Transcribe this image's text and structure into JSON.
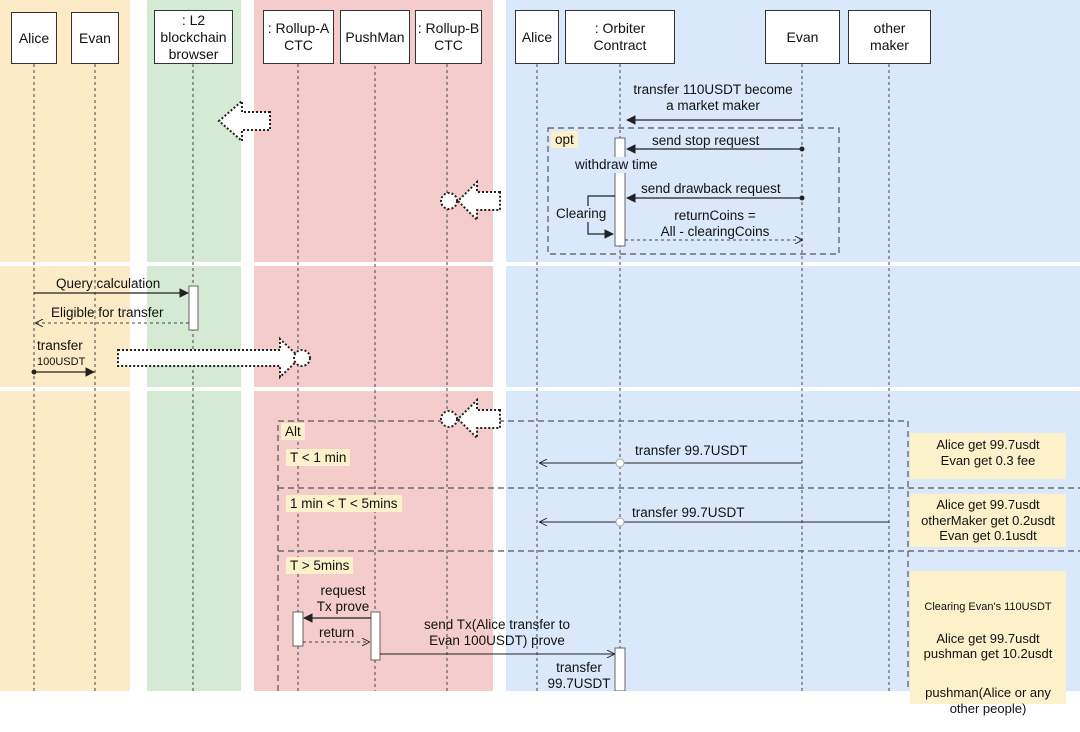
{
  "colors": {
    "user_band": "#fcebc6",
    "browser_band": "#d5ead3",
    "rollup_band": "#f4cccb",
    "contract_band": "#dae8fc",
    "note_fill": "#fdf1cc",
    "line": "#333333"
  },
  "participants": {
    "alice_left": "Alice",
    "evan_left": "Evan",
    "l2_browser": ": L2\nblockchain\nbrowser",
    "rollup_a": ": Rollup-A\nCTC",
    "pushman": "PushMan",
    "rollup_b": ": Rollup-B\nCTC",
    "alice_right": "Alice",
    "orbiter": ": Orbiter\nContract",
    "evan_right": "Evan",
    "other_maker": "other\nmaker"
  },
  "section1": {
    "msg_market_maker": "transfer 110USDT become\na market maker",
    "opt_tag": "opt",
    "msg_stop": "send stop request",
    "withdraw_time": "withdraw time",
    "msg_drawback": "send drawback request",
    "clearing": "Clearing",
    "return_coins": "returnCoins =\nAll - clearingCoins"
  },
  "section2": {
    "query": "Query calculation",
    "eligible": "Eligible for transfer",
    "transfer_label": "transfer",
    "transfer_amount": "100USDT"
  },
  "section3": {
    "alt_tag": "Alt",
    "cond1": "T < 1 min",
    "cond2": "1 min < T < 5mins",
    "cond3": "T > 5mins",
    "msg_transfer1": "transfer 99.7USDT",
    "msg_transfer2": "transfer 99.7USDT",
    "request_prove": "request\nTx prove",
    "return": "return",
    "send_prove": "send  Tx(Alice transfer to\nEvan 100USDT)  prove",
    "transfer_bottom": "transfer\n99.7USDT",
    "note1": "Alice get 99.7usdt\nEvan get 0.3 fee",
    "note2": "Alice get 99.7usdt\notherMaker get 0.2usdt\nEvan get 0.1usdt",
    "note3_line1": "Clearing Evan's 110USDT",
    "note3_rest": "Alice get 99.7usdt\npushman get 10.2usdt",
    "note3_footer": "pushman(Alice or any\nother people)"
  }
}
